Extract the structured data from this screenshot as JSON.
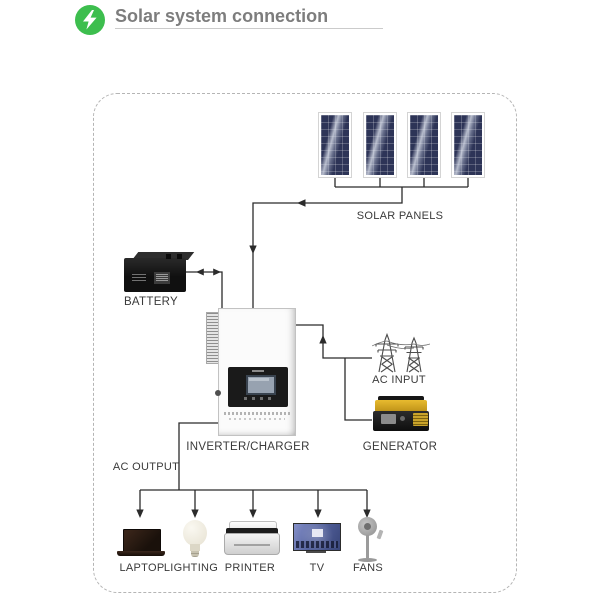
{
  "header": {
    "title": "Solar system connection",
    "icon": "lightning-bolt",
    "accent_color": "#3dbe4e",
    "title_color": "#7d7d7d"
  },
  "diagram": {
    "solar_panels": {
      "label": "SOLAR PANELS",
      "panel_count": 4
    },
    "battery": {
      "label": "BATTERY"
    },
    "inverter": {
      "label": "INVERTER/CHARGER"
    },
    "ac_input": {
      "label": "AC INPUT"
    },
    "generator": {
      "label": "GENERATOR"
    },
    "ac_output": {
      "label": "AC OUTPUT"
    },
    "outputs": [
      {
        "label": "LAPTOP"
      },
      {
        "label": "LIGHTING"
      },
      {
        "label": "PRINTER"
      },
      {
        "label": "TV"
      },
      {
        "label": "FANS"
      }
    ],
    "colors": {
      "line": "#2b2b2b",
      "dashed_border": "#b5b5b5",
      "panel_blue": "#2d3457",
      "generator_yellow": "#d9a825"
    }
  }
}
